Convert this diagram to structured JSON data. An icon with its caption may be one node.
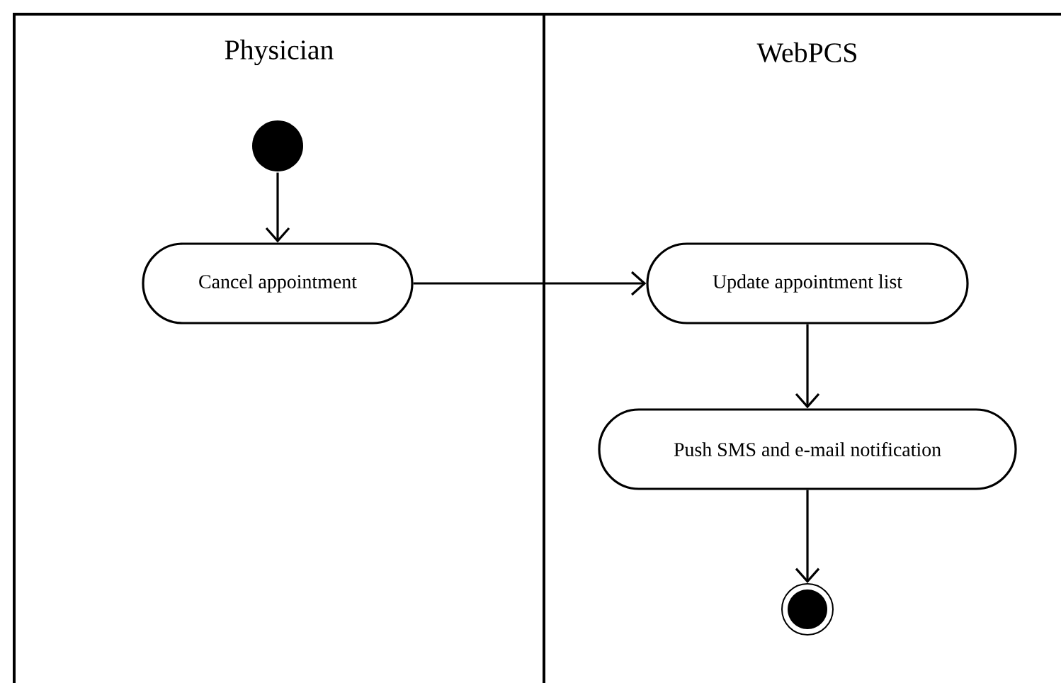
{
  "diagram": {
    "nodes": [
      {
        "text": [
          "Physician"
        ]
      },
      {
        "text": [
          "WebPCS"
        ]
      },
      {
        "text": [],
        "shape": "circle",
        "in": 0
      },
      {
        "text": [
          "Cancel appointment"
        ],
        "in": 0
      },
      {
        "text": [
          "Update appointment list"
        ],
        "in": 1
      },
      {
        "text": [
          "Push SMS and e-mail notification"
        ],
        "in": 1
      },
      {
        "text": [],
        "shape": "bullseye",
        "in": 1
      }
    ],
    "edges": [
      {
        "from": 2,
        "to": 3,
        "arrow": "to"
      },
      {
        "from": 3,
        "to": 4,
        "arrow": "to"
      },
      {
        "from": 4,
        "to": 5,
        "arrow": "to"
      },
      {
        "from": 5,
        "to": 6,
        "arrow": "to"
      }
    ]
  }
}
